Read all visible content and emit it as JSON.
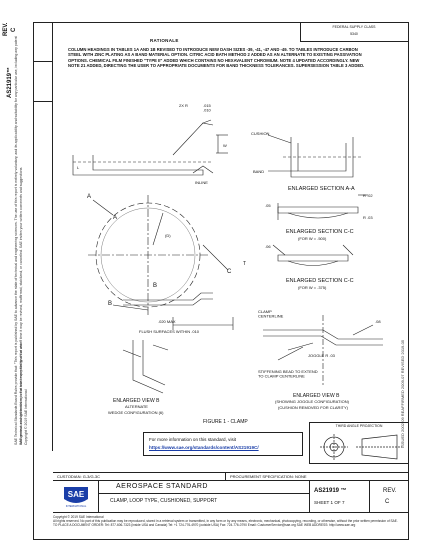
{
  "sidebar": {
    "rev_label": "REV.",
    "rev_value": "C",
    "doc_number": "AS21919™",
    "legal_line1": "SAE Technical Standards Board Rules provide that: \"This report is published by SAE to advance the state of technical and engineering sciences. The use of this report is entirely voluntary, and its applicability and suitability for any particular use, including any patent infringement arising therefrom, is the sole responsibility of the user.\"",
    "legal_line2": "SAE reviews each technical report at least every five years at which time it may be revised, reaffirmed, stabilized, or cancelled. SAE invites your written comments and suggestions.",
    "legal_line3": "Copyright © 2019 SAE International"
  },
  "right_strip": "ISSUED 2002-09    REAFFIRMED 2009-07    REVISED 2019-05",
  "top_box": {
    "label": "FEDERAL SUPPLY CLASS",
    "value": "5340"
  },
  "rationale": {
    "title": "RATIONALE",
    "body": "COLUMN HEADINGS IN TABLES 1A AND 1B REVISED TO INTRODUCE NEW DASH SIZES -39, -41, -47 AND -49. TO TABLES INTRODUCE CARBON STEEL WITH ZINC PLATING AS A BAND MATERIAL OPTION. CITRIC ACID BATH METHOD 2 ADDED AS AN ALTERNATE TO EXISTING PASSIVATION OPTIONS. CHEMICAL FILM FINISHED \"TYPE II\" ADDED WHICH CONTAINS NO HEXAVALENT CHROMIUM. NOTE 4 UPDATED ACCORDINGLY. NEW NOTE 21 ADDED, DIRECTING THE USER TO APPROPRIATE DOCUMENTS FOR BAND THICKNESS TOLERANCES. SUPERSESSION TABLE 3 ADDED."
  },
  "drawing": {
    "r_label": "2X R",
    "r_value": ".015\n.010",
    "l_label": "L",
    "w_label": "W",
    "inline_label": "INLINE",
    "a_label": "A",
    "b_label": "B",
    "c_label": "C",
    "dia_label": "(D)",
    "t_label": "T",
    "flush_label": "FLUSH SURFACES WITHIN .010",
    "flush_dim": ".020 MAX",
    "cushion_label": "CUSHION",
    "band_label": "BAND",
    "section_aa": "ENLARGED SECTION  A-A",
    "section_cc_title": "ENLARGED SECTION  C-C",
    "section_cc_note": "(FOR W = .500)",
    "section_cc2_title": "ENLARGED SECTION  C-C",
    "section_cc2_note": "(FOR W = .375)",
    "dim_r02": "R .02",
    "dim_r03": "R .03",
    "dim_05": ".05",
    "dim_06": ".06",
    "clamp_centerline": "CLAMP\nCENTERLINE",
    "joggle_label": "JOGGLE R .03",
    "joggle_dim": ".08",
    "stiffening_note": "STIFFENING BEAD TO EXTEND\nTO CLAMP CENTERLINE",
    "view_b_title": "ENLARGED VIEW B",
    "view_b_note1": "ALTERNATE",
    "view_b_note2": "WEDGE CONFIGURATION (6)",
    "view_b2_title": "ENLARGED VIEW B",
    "view_b2_note1": "(SHOWING JOGGLE CONFIGURATION)",
    "view_b2_note2": "(CUSHION REMOVED FOR CLARITY)",
    "figure_caption": "FIGURE 1 - CLAMP"
  },
  "info_box": {
    "line1": "For more information on this standard, visit",
    "line2": "https://www.sae.org/standards/content/AS21919C/"
  },
  "projection": {
    "label": "THIRD ANGLE PROJECTION"
  },
  "title_block": {
    "custodian": "CUSTODIAN: G-3/G-3C",
    "procurement": "PROCUREMENT SPECIFICATION: NONE",
    "title": "AEROSPACE STANDARD",
    "subtitle": "CLAMP, LOOP TYPE, CUSHIONED, SUPPORT",
    "doc_number": "AS21919 ™",
    "sheet": "SHEET 1 OF 7",
    "rev_label": "REV.",
    "rev_value": "C",
    "logo_text": "SAE",
    "logo_sub": "INTERNATIONAL"
  },
  "footer": {
    "line1": "Copyright © 2019 SAE International",
    "line2": "All rights reserved. No part of this publication may be reproduced, stored in a retrieval system or transmitted, in any form or by any means, electronic, mechanical, photocopying, recording, or otherwise, without the prior written permission of SAE.",
    "line3": "TO PLACE A DOCUMENT ORDER:   Tel: 877-606-7323 (inside USA and Canada)   Tel: +1 724-776-4970 (outside USA)   Fax: 724-776-0790   Email: CustomerService@sae.org   SAE WEB ADDRESS: http://www.sae.org"
  }
}
